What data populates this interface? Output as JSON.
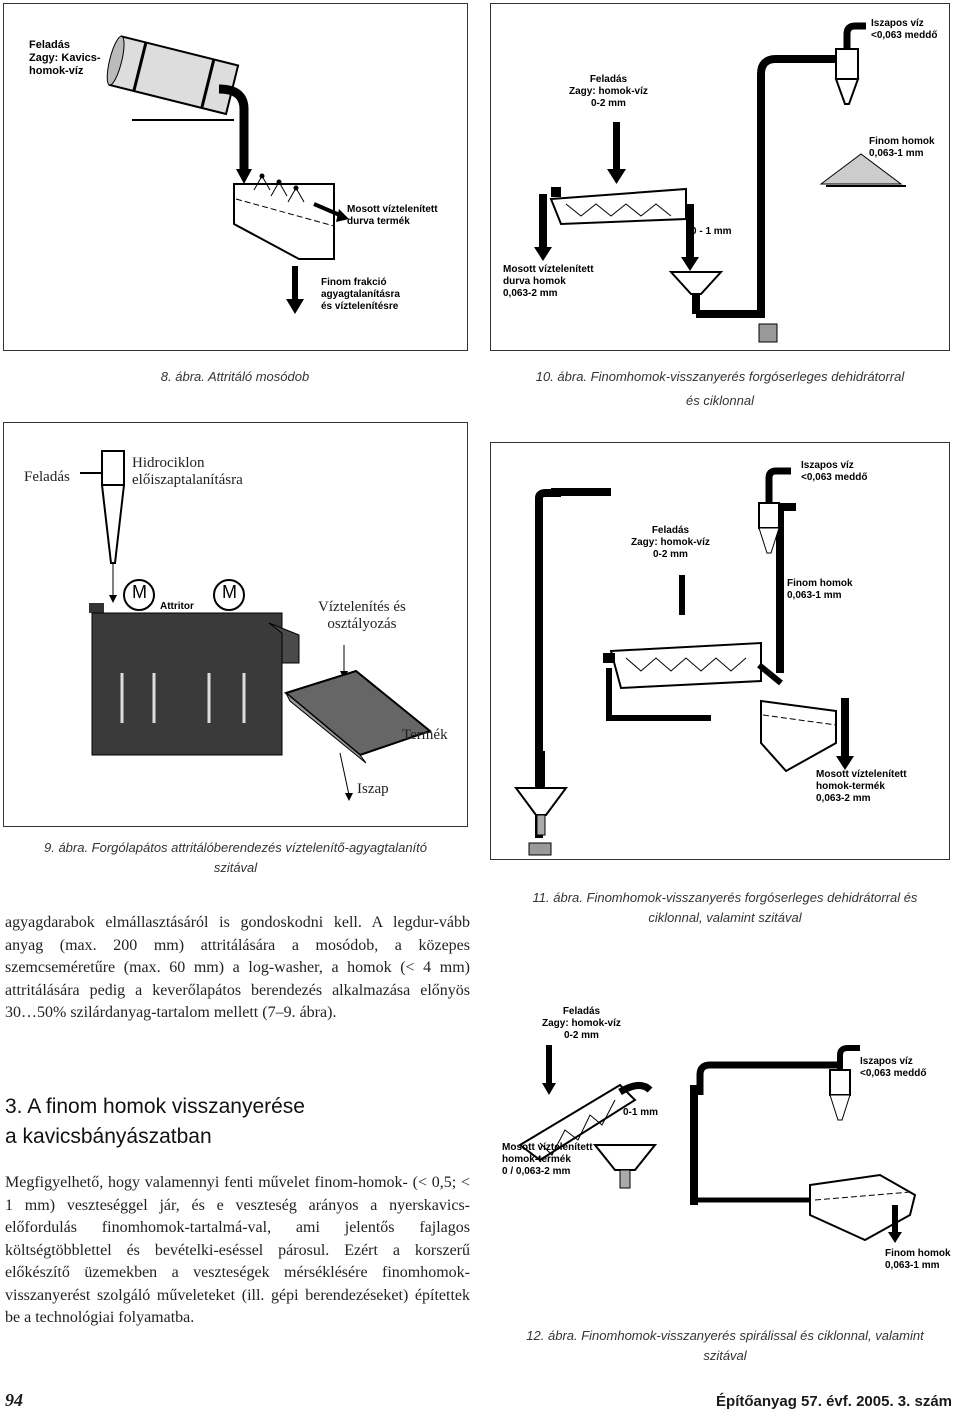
{
  "fig8": {
    "label_input": "Feladás\nZagy: Kavics-\nhomok-víz",
    "label_washed": "Mosott víztelenített\ndurva termék",
    "label_fine": "Finom frakció\nagyagtalanításra\nés víztelenítésre",
    "caption": "8. ábra. Attritáló mosódob"
  },
  "fig10": {
    "label_input": "Feladás\nZagy: homok-víz\n0-2 mm",
    "label_mud": "Iszapos víz\n<0,063 meddő",
    "label_fine": "Finom homok\n0,063-1 mm",
    "label_01": "0 - 1 mm",
    "label_coarse": "Mosott víztelenített\ndurva homok\n0,063-2 mm",
    "caption": "10. ábra. Finomhomok-visszanyerés forgóserleges dehidrátorral\nés ciklonnal"
  },
  "fig9": {
    "label_feed": "Feladás",
    "label_hydro": "Hidrociklon\nelőiszaptalanításra",
    "label_attritor": "Attritor",
    "label_motor": "M",
    "label_dewater": "Víztelenítés és\nosztályozás",
    "label_product": "Termék",
    "label_sludge": "Iszap",
    "caption": "9. ábra. Forgólapátos attritálóberendezés víztelenítő-agyagtalanító\nszitával"
  },
  "fig11": {
    "label_mud": "Iszapos víz\n<0,063 meddő",
    "label_input": "Feladás\nZagy: homok-víz\n0-2 mm",
    "label_fine": "Finom homok\n0,063-1 mm",
    "label_product": "Mosott víztelenített\nhomok-termék\n0,063-2 mm",
    "caption": "11. ábra. Finomhomok-visszanyerés forgóserleges dehidrátorral és\nciklonnal, valamint szitával"
  },
  "fig12": {
    "label_input": "Feladás\nZagy: homok-víz\n0-2 mm",
    "label_mud": "Iszapos víz\n<0,063 meddő",
    "label_01": "0-1 mm",
    "label_product": "Mosott víztelenített\nhomok-termék\n0 / 0,063-2 mm",
    "label_fine": "Finom homok\n0,063-1 mm",
    "caption": "12. ábra. Finomhomok-visszanyerés spirálissal és ciklonnal, valamint\nszitával"
  },
  "text": {
    "para1": "agyagdarabok elmállasztásáról is gondoskodni kell. A legdur-vább anyag (max. 200 mm) attritálására a mosódob, a közepes szemcseméretűre (max. 60 mm) a log-washer, a homok (< 4 mm) attritálására pedig a keverőlapátos berendezés alkalmazása előnyös 30…50% szilárdanyag-tartalom mellett (7–9. ábra).",
    "heading": "3. A finom homok visszanyerése\na kavicsbányászatban",
    "para2": "Megfigyelhető, hogy valamennyi fenti művelet finom-homok- (< 0,5; < 1 mm) veszteséggel jár, és e veszteség arányos a nyerskavics-előfordulás finomhomok-tartalmá-val, ami jelentős fajlagos költségtöbblettel és bevételki-eséssel párosul. Ezért a korszerű előkészítő üzemekben a veszteségek mérséklésére finomhomok-visszanyerést szolgáló műveleteket (ill. gépi berendezéseket) építettek be a technológiai folyamatba."
  },
  "footer": {
    "page": "94",
    "journal": "Építőanyag 57. évf. 2005. 3. szám"
  }
}
